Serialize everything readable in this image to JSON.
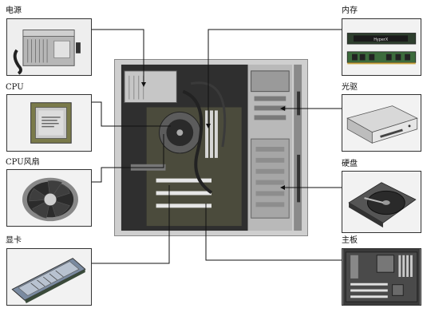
{
  "components": {
    "psu": {
      "label": "电源",
      "icon": "power-supply-icon"
    },
    "cpu": {
      "label": "CPU",
      "icon": "cpu-chip-icon"
    },
    "cpu_fan": {
      "label": "CPU风扇",
      "icon": "cpu-fan-icon"
    },
    "gpu": {
      "label": "显卡",
      "icon": "graphics-card-icon"
    },
    "ram": {
      "label": "内存",
      "icon": "memory-module-icon"
    },
    "optical": {
      "label": "光驱",
      "icon": "optical-drive-icon"
    },
    "hdd": {
      "label": "硬盘",
      "icon": "hard-disk-icon"
    },
    "motherboard": {
      "label": "主板",
      "icon": "motherboard-icon"
    }
  },
  "case_icon": "pc-case-interior-icon",
  "leader_color": "#111111"
}
